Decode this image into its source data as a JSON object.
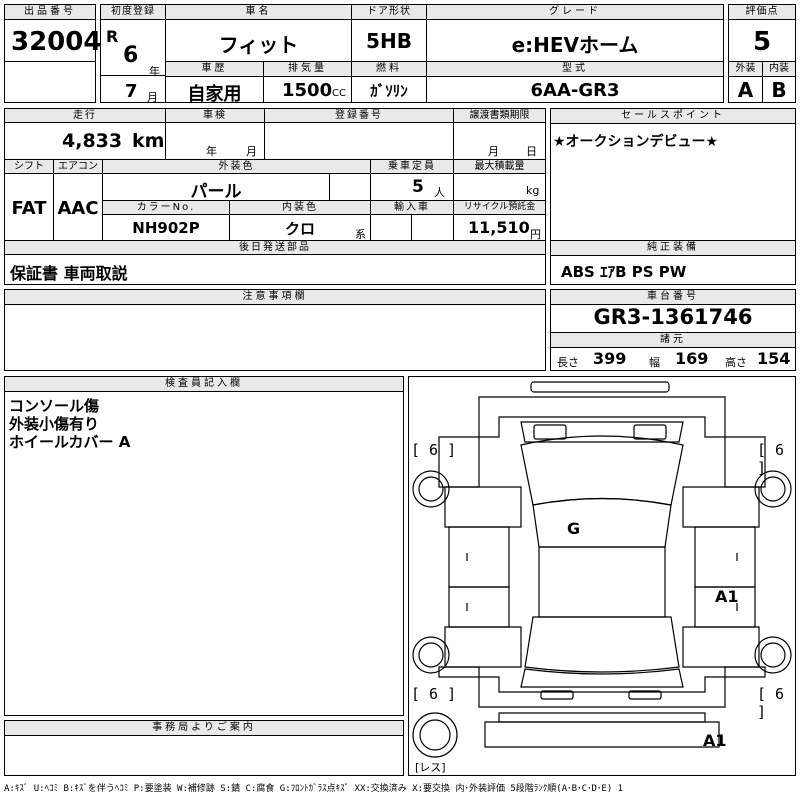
{
  "header": {
    "lot_label": "出品番号",
    "lot": "32004",
    "first_reg_label": "初度登録",
    "era": "R",
    "year_num": "6",
    "year_unit": "年",
    "month_num": "7",
    "month_unit": "月",
    "name_label": "車名",
    "name": "フィット",
    "history_label": "車歴",
    "history": "自家用",
    "disp_label": "排気量",
    "disp": "1500",
    "disp_unit": "CC",
    "door_label": "ドア形状",
    "door": "5HB",
    "fuel_label": "燃料",
    "fuel": "ｶﾞｿﾘﾝ",
    "grade_label": "グレード",
    "grade": "e:HEVホーム",
    "model_label": "型式",
    "model": "6AA-GR3",
    "score_label": "評価点",
    "score": "5",
    "ext_label": "外装",
    "ext": "A",
    "int_label": "内装",
    "int": "B"
  },
  "spec": {
    "mileage_label": "走行",
    "mileage": "4,833",
    "mileage_unit": "km",
    "shaken_label": "車検",
    "year_unit": "年",
    "month_unit": "月",
    "plate_label": "登録番号",
    "transfer_label": "譲渡書類期限",
    "transfer_month": "月",
    "transfer_day": "日",
    "shift_label": "シフト",
    "shift": "FAT",
    "ac_label": "エアコン",
    "ac": "AAC",
    "color_label": "外装色",
    "color": "パール",
    "seats_label": "乗車定員",
    "seats": "5",
    "seats_unit": "人",
    "load_label": "最大積載量",
    "load_unit": "kg",
    "colorno_label": "カラーNo.",
    "colorno": "NH902P",
    "intcolor_label": "内装色",
    "intcolor": "クロ",
    "intcolor_unit": "系",
    "import_label": "輸入車",
    "recycle_label": "リサイクル預託金",
    "recycle": "11,510",
    "recycle_unit": "円",
    "later_label": "後日発送部品",
    "later": "保証書 車両取説"
  },
  "right": {
    "sales_label": "セールスポイント",
    "sales": "★オークションデビュー★",
    "equip_label": "純正装備",
    "equip": "ABS ｴｱB PS PW",
    "chassis_label": "車台番号",
    "chassis": "GR3-1361746",
    "dims_label": "諸元",
    "len_label": "長さ",
    "len": "399",
    "wid_label": "幅",
    "wid": "169",
    "hgt_label": "高さ",
    "hgt": "154"
  },
  "notes": {
    "label": "注意事項欄",
    "text": ""
  },
  "inspector": {
    "label": "検査員記入欄",
    "lines": [
      "コンソール傷",
      "外装小傷有り",
      "ホイールカバー A"
    ]
  },
  "office": {
    "label": "事務局よりご案内",
    "text": ""
  },
  "diagram": {
    "tire_fl": "[ 6 ]",
    "tire_fr": "[ 6 ]",
    "tire_rl": "[ 6 ]",
    "tire_rr": "[ 6 ]",
    "mark_glass": "G",
    "mark_side": "A1",
    "mark_rear": "A1",
    "spare": "[レス]"
  },
  "legend": "A:ｷｽﾞ U:ﾍｺﾐ B:ｷｽﾞを伴うﾍｺﾐ P:要塗装 W:補修跡 S:錆 C:腐食 G:ﾌﾛﾝﾄｶﾞﾗｽ点ｷｽﾞ XX:交換済み X:要交換 内･外装評価 5段階ﾗﾝｸ順(A･B･C･D･E) 1"
}
